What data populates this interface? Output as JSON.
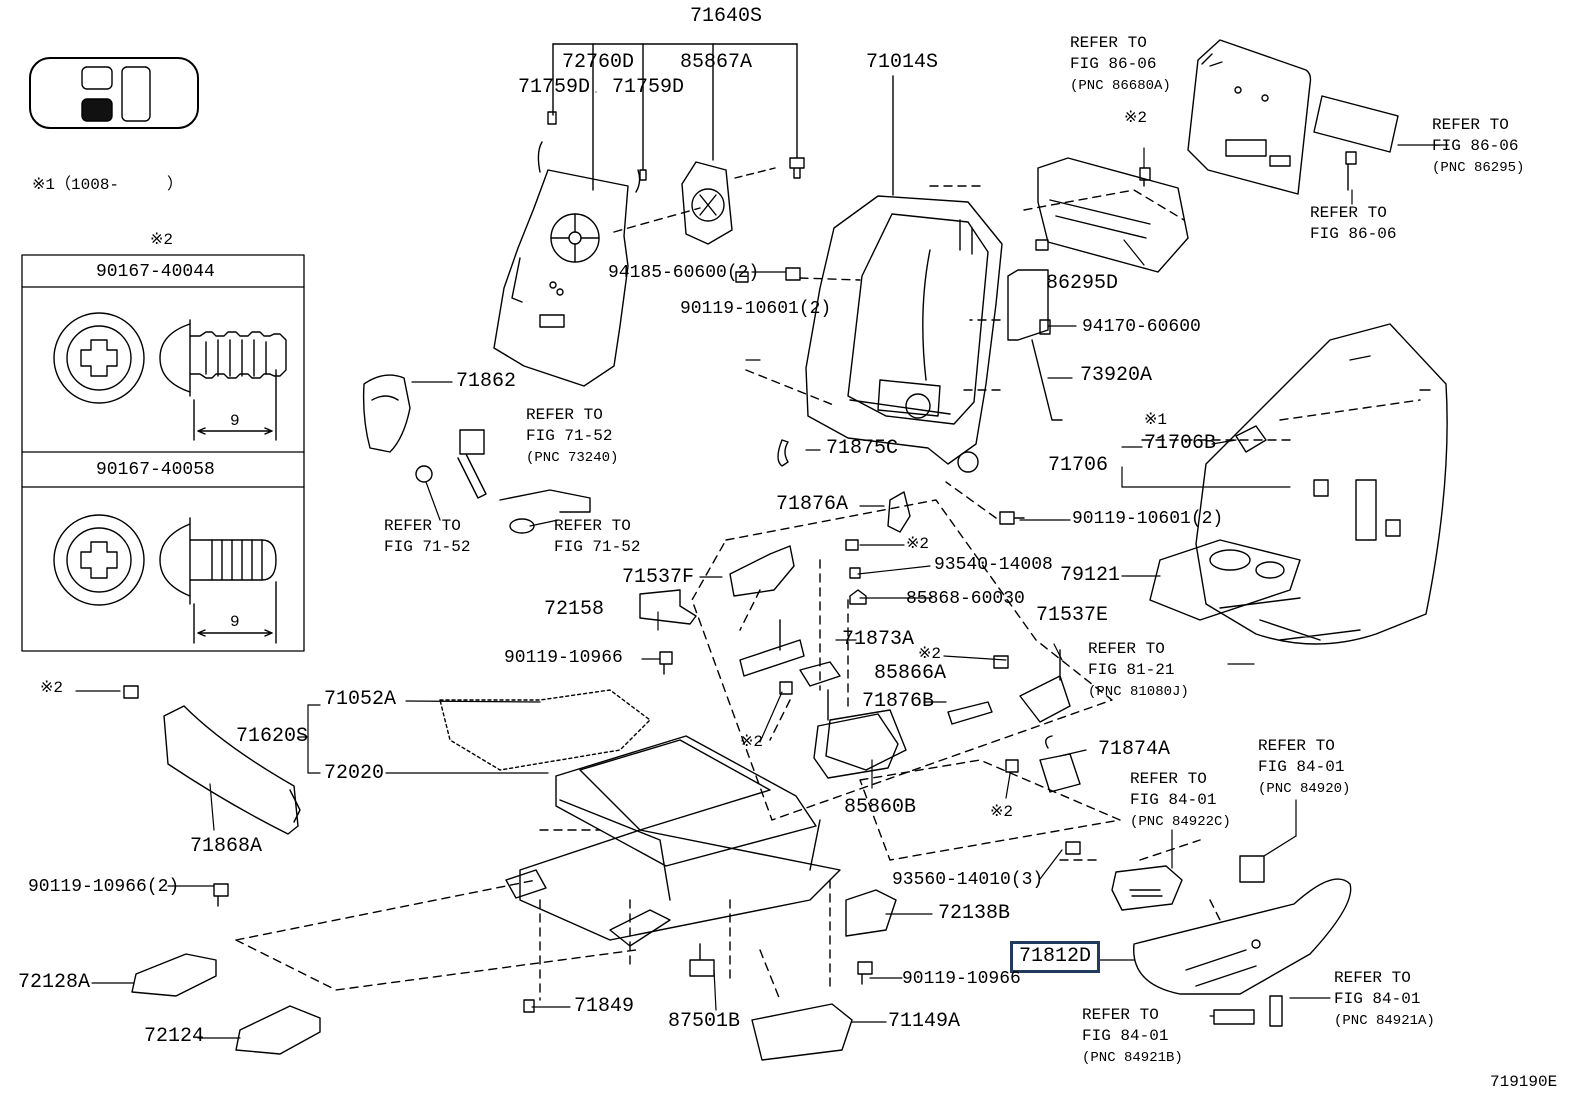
{
  "diagram": {
    "figure_id": "719190E",
    "highlighted_part": "71812D",
    "footnote_1": "※1（1008-　　　）",
    "footnote_2_mark": "※2",
    "inset": {
      "mark": "※2",
      "bolts": [
        {
          "part": "90167-40044",
          "dimension": "9"
        },
        {
          "part": "90167-40058",
          "dimension": "9"
        }
      ]
    },
    "parts": {
      "p71640S": "71640S",
      "p72760D": "72760D",
      "p85867A": "85867A",
      "p71014S": "71014S",
      "p71759D_left": "71759D",
      "p71759D_right": "71759D",
      "p94185": "94185-60600(2)",
      "p90119_10601_a": "90119-10601(2)",
      "p86295D": "86295D",
      "p94170": "94170-60600",
      "p73920A": "73920A",
      "p71862": "71862",
      "p71875C": "71875C",
      "p71706B": "71706B",
      "p71706": "71706",
      "p71876A": "71876A",
      "p90119_10601_b": "90119-10601(2)",
      "p93540": "93540-14008",
      "p71537F": "71537F",
      "p79121": "79121",
      "p72158": "72158",
      "p85868": "85868-60030",
      "p71537E": "71537E",
      "p71873A": "71873A",
      "p90119_10966_a": "90119-10966",
      "p85866A": "85866A",
      "p71052A": "71052A",
      "p71620S": "71620S",
      "p71876B": "71876B",
      "p72020": "72020",
      "p71874A": "71874A",
      "p85860B": "85860B",
      "p71868A": "71868A",
      "p93560": "93560-14010(3)",
      "p90119_10966_2": "90119-10966(2)",
      "p72138B": "72138B",
      "p71812D": "71812D",
      "p90119_10966_b": "90119-10966",
      "p72128A": "72128A",
      "p71849": "71849",
      "p87501B": "87501B",
      "p71149A": "71149A",
      "p72124": "72124"
    },
    "marks": {
      "m_71706B": "※1",
      "m_86295": "※2",
      "m_93540": "※2",
      "m_85866A": "※2",
      "m_71873A": "※2",
      "m_71874A": "※2",
      "m_71868A": "※2"
    },
    "refers": {
      "r_86680A": {
        "line1": "REFER TO",
        "line2": "FIG 86-06",
        "pnc": "(PNC 86680A)"
      },
      "r_86295": {
        "line1": "REFER TO",
        "line2": "FIG 86-06",
        "pnc": "(PNC 86295)"
      },
      "r_86_06_nut": {
        "line1": "REFER TO",
        "line2": "FIG 86-06"
      },
      "r_73240": {
        "line1": "REFER TO",
        "line2": "FIG 71-52",
        "pnc": "(PNC 73240)"
      },
      "r_71_52_left": {
        "line1": "REFER TO",
        "line2": "FIG 71-52"
      },
      "r_71_52_right": {
        "line1": "REFER TO",
        "line2": "FIG 71-52"
      },
      "r_81080J": {
        "line1": "REFER TO",
        "line2": "FIG 81-21",
        "pnc": "(PNC 81080J)"
      },
      "r_84920": {
        "line1": "REFER TO",
        "line2": "FIG 84-01",
        "pnc": "(PNC 84920)"
      },
      "r_84922C": {
        "line1": "REFER TO",
        "line2": "FIG 84-01",
        "pnc": "(PNC 84922C)"
      },
      "r_84921A": {
        "line1": "REFER TO",
        "line2": "FIG 84-01",
        "pnc": "(PNC 84921A)"
      },
      "r_84921B": {
        "line1": "REFER TO",
        "line2": "FIG 84-01",
        "pnc": "(PNC 84921B)"
      }
    }
  }
}
